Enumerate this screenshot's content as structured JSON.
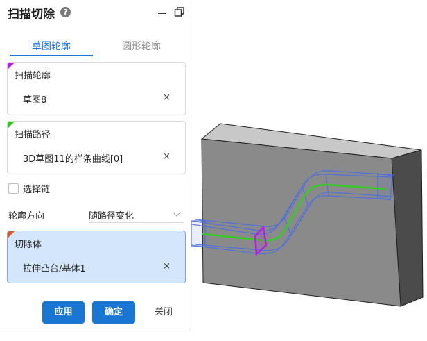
{
  "panel": {
    "title": "扫描切除",
    "help_icon": "?",
    "tabs": [
      {
        "label": "草图轮廓",
        "active": true
      },
      {
        "label": "圆形轮廓",
        "active": false
      }
    ],
    "profile": {
      "label": "扫描轮廓",
      "value": "草图8",
      "clear": "×",
      "marker_color": "#b31fe3"
    },
    "path": {
      "label": "扫描路径",
      "value": "3D草图11的样条曲线[0]",
      "clear": "×",
      "marker_color": "#2ec417"
    },
    "chain": {
      "label": "选择链",
      "checked": false
    },
    "direction": {
      "label": "轮廓方向",
      "value": "随路径变化"
    },
    "cut_body": {
      "label": "切除体",
      "value": "拉伸凸台/基体1",
      "clear": "×",
      "marker_color": "#d65a1e"
    },
    "buttons": {
      "apply": "应用",
      "ok": "确定",
      "close": "关闭"
    }
  },
  "colors": {
    "accent": "#1976d2",
    "tab_active": "#1a73e8",
    "selected_bg": "#d4e6fb"
  }
}
